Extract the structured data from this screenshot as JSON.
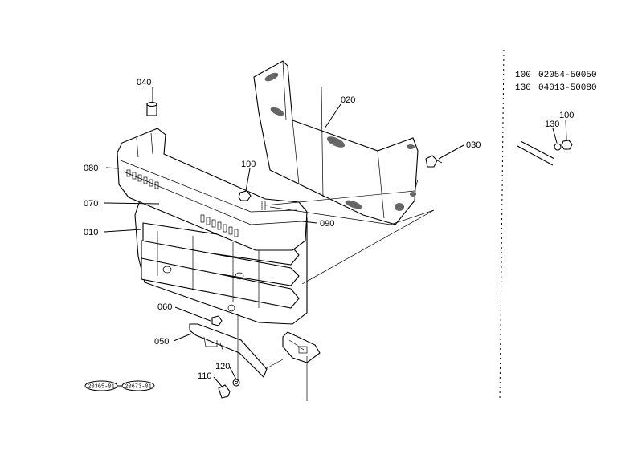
{
  "callouts": {
    "p010": "010",
    "p020": "020",
    "p030": "030",
    "p040": "040",
    "p050": "050",
    "p060": "060",
    "p070": "070",
    "p080": "080",
    "p090": "090",
    "p100": "100",
    "p110": "110",
    "p120": "120"
  },
  "side_view": {
    "label_100": "100",
    "label_130": "130"
  },
  "parts_table": [
    {
      "ref": "100",
      "part_no": "02054-50050"
    },
    {
      "ref": "130",
      "part_no": "04013-50080"
    }
  ],
  "stamps": {
    "left": "20365-01",
    "right": "20673-01"
  }
}
